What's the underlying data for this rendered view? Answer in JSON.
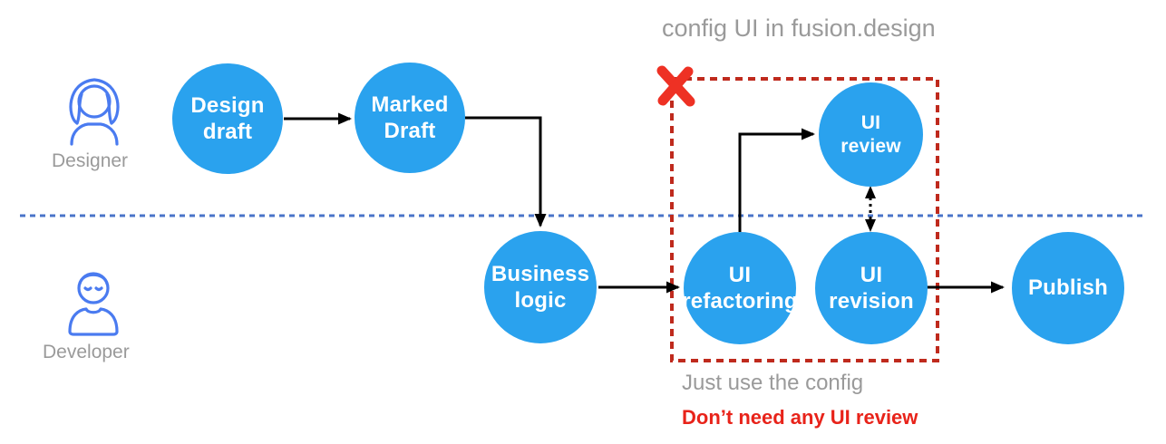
{
  "title": "config UI in fusion.design",
  "lanes": {
    "designer": {
      "label": "Designer"
    },
    "developer": {
      "label": "Developer"
    }
  },
  "nodes": {
    "design_draft": {
      "label": "Design\ndraft"
    },
    "marked_draft": {
      "label": "Marked\nDraft"
    },
    "business_logic": {
      "label": "Business\nlogic"
    },
    "ui_refactoring": {
      "label": "UI\nrefactoring"
    },
    "ui_review": {
      "label": "UI\nreview"
    },
    "ui_revision": {
      "label": "UI\nrevision"
    },
    "publish": {
      "label": "Publish"
    }
  },
  "annotations": {
    "config_note": "Just use the config",
    "warning_note": "Don’t need any UI review"
  },
  "icons": {
    "designer_avatar": "woman-avatar-icon",
    "developer_avatar": "man-avatar-icon",
    "rejection": "red-x-mark-icon"
  },
  "colors": {
    "node_blue": "#2aa2ee",
    "lane_divider_blue": "#4a74c9",
    "dashed_box_red": "#bf2a1d",
    "x_mark_red": "#ee3124",
    "warning_red": "#e8231a",
    "gray_text": "#9a9a9a",
    "arrow_black": "#000000",
    "avatar_blue": "#4a7bf0"
  }
}
